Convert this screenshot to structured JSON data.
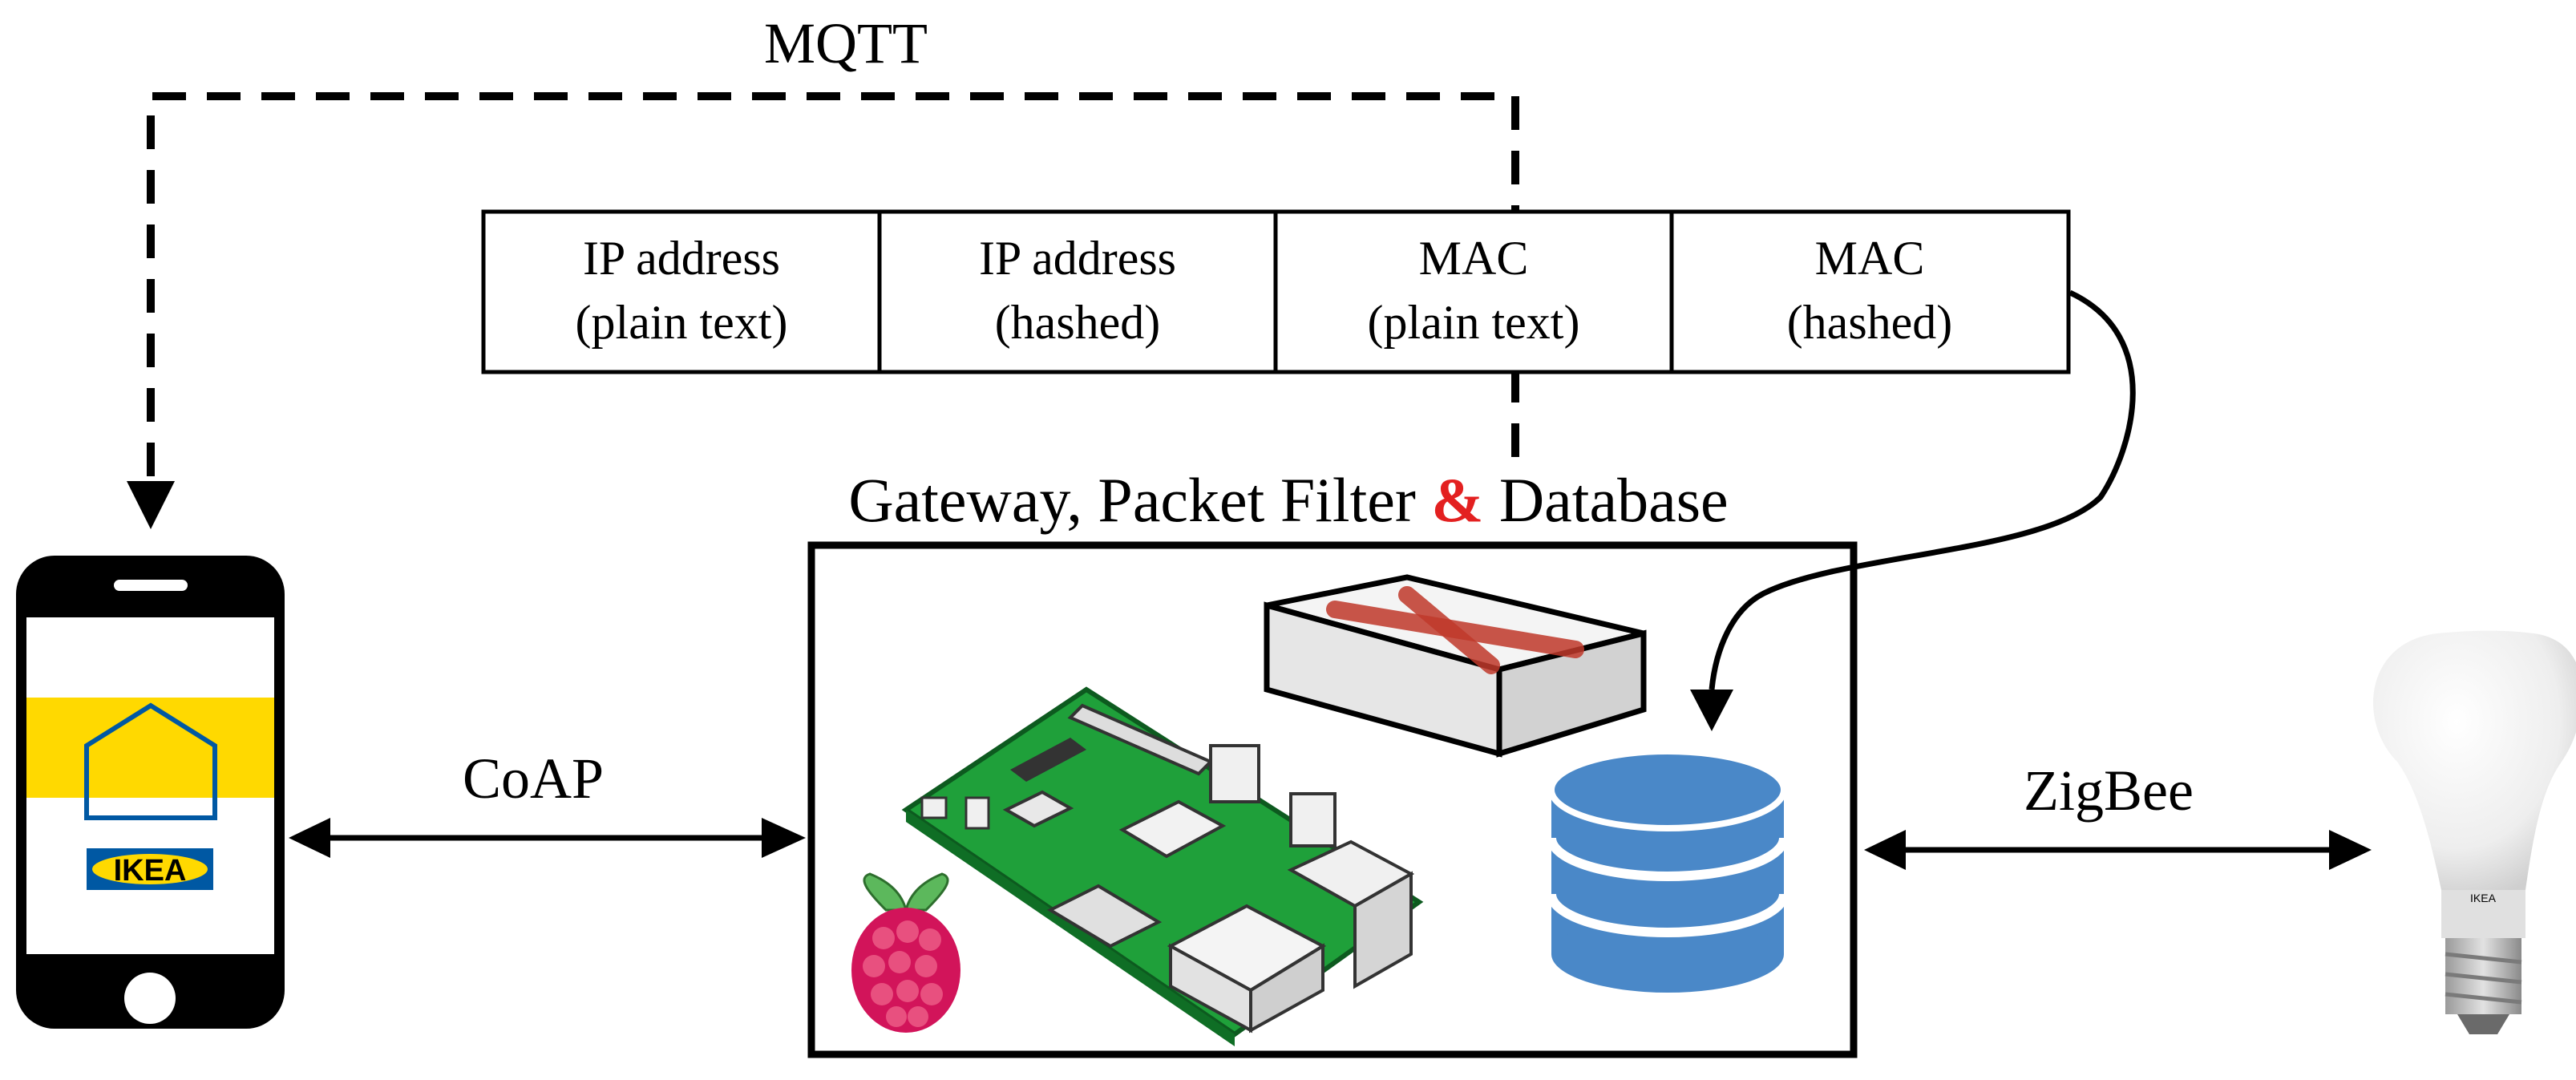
{
  "protocols": {
    "mqtt": "MQTT",
    "coap": "CoAP",
    "zigbee": "ZigBee"
  },
  "table": {
    "cells": [
      {
        "line1": "IP address",
        "line2": "(plain text)"
      },
      {
        "line1": "IP address",
        "line2": "(hashed)"
      },
      {
        "line1": "MAC",
        "line2": "(plain text)"
      },
      {
        "line1": "MAC",
        "line2": "(hashed)"
      }
    ]
  },
  "gateway": {
    "title_part1": "Gateway, Packet Filter ",
    "title_amp": "&",
    "title_part2": " Database"
  },
  "phone": {
    "brand": "IKEA"
  },
  "colors": {
    "ikea_yellow": "#ffd900",
    "ikea_blue": "#0058a3",
    "db_blue": "#4a88c8",
    "pcb_green": "#1fa03a",
    "raspberry": "#d2145a",
    "amp_red": "#e32020"
  }
}
